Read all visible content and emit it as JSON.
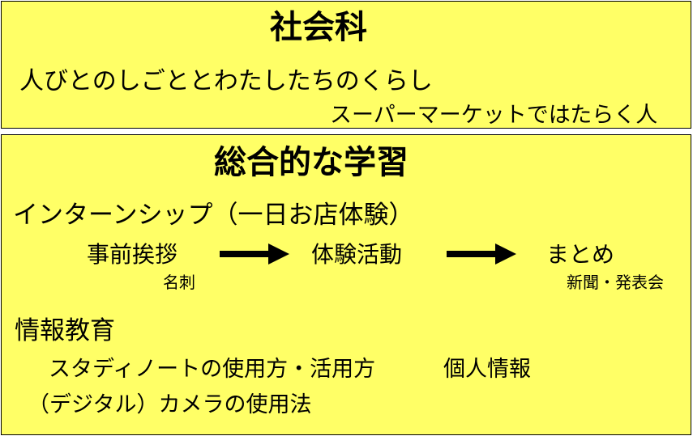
{
  "social": {
    "title": "社会科",
    "unit": "人びとのしごととわたしたちのくらし",
    "topic": "スーパーマーケットではたらく人"
  },
  "integrated": {
    "title": "総合的な学習",
    "internship": "インターンシップ（一日お店体験）",
    "steps": [
      "事前挨拶",
      "体験活動",
      "まとめ"
    ],
    "step_notes": [
      "名刺",
      "新聞・発表会"
    ],
    "info_title": "情報教育",
    "info_items": [
      "スタディノートの使用方・活用方",
      "個人情報",
      "（デジタル）カメラの使用法"
    ]
  }
}
